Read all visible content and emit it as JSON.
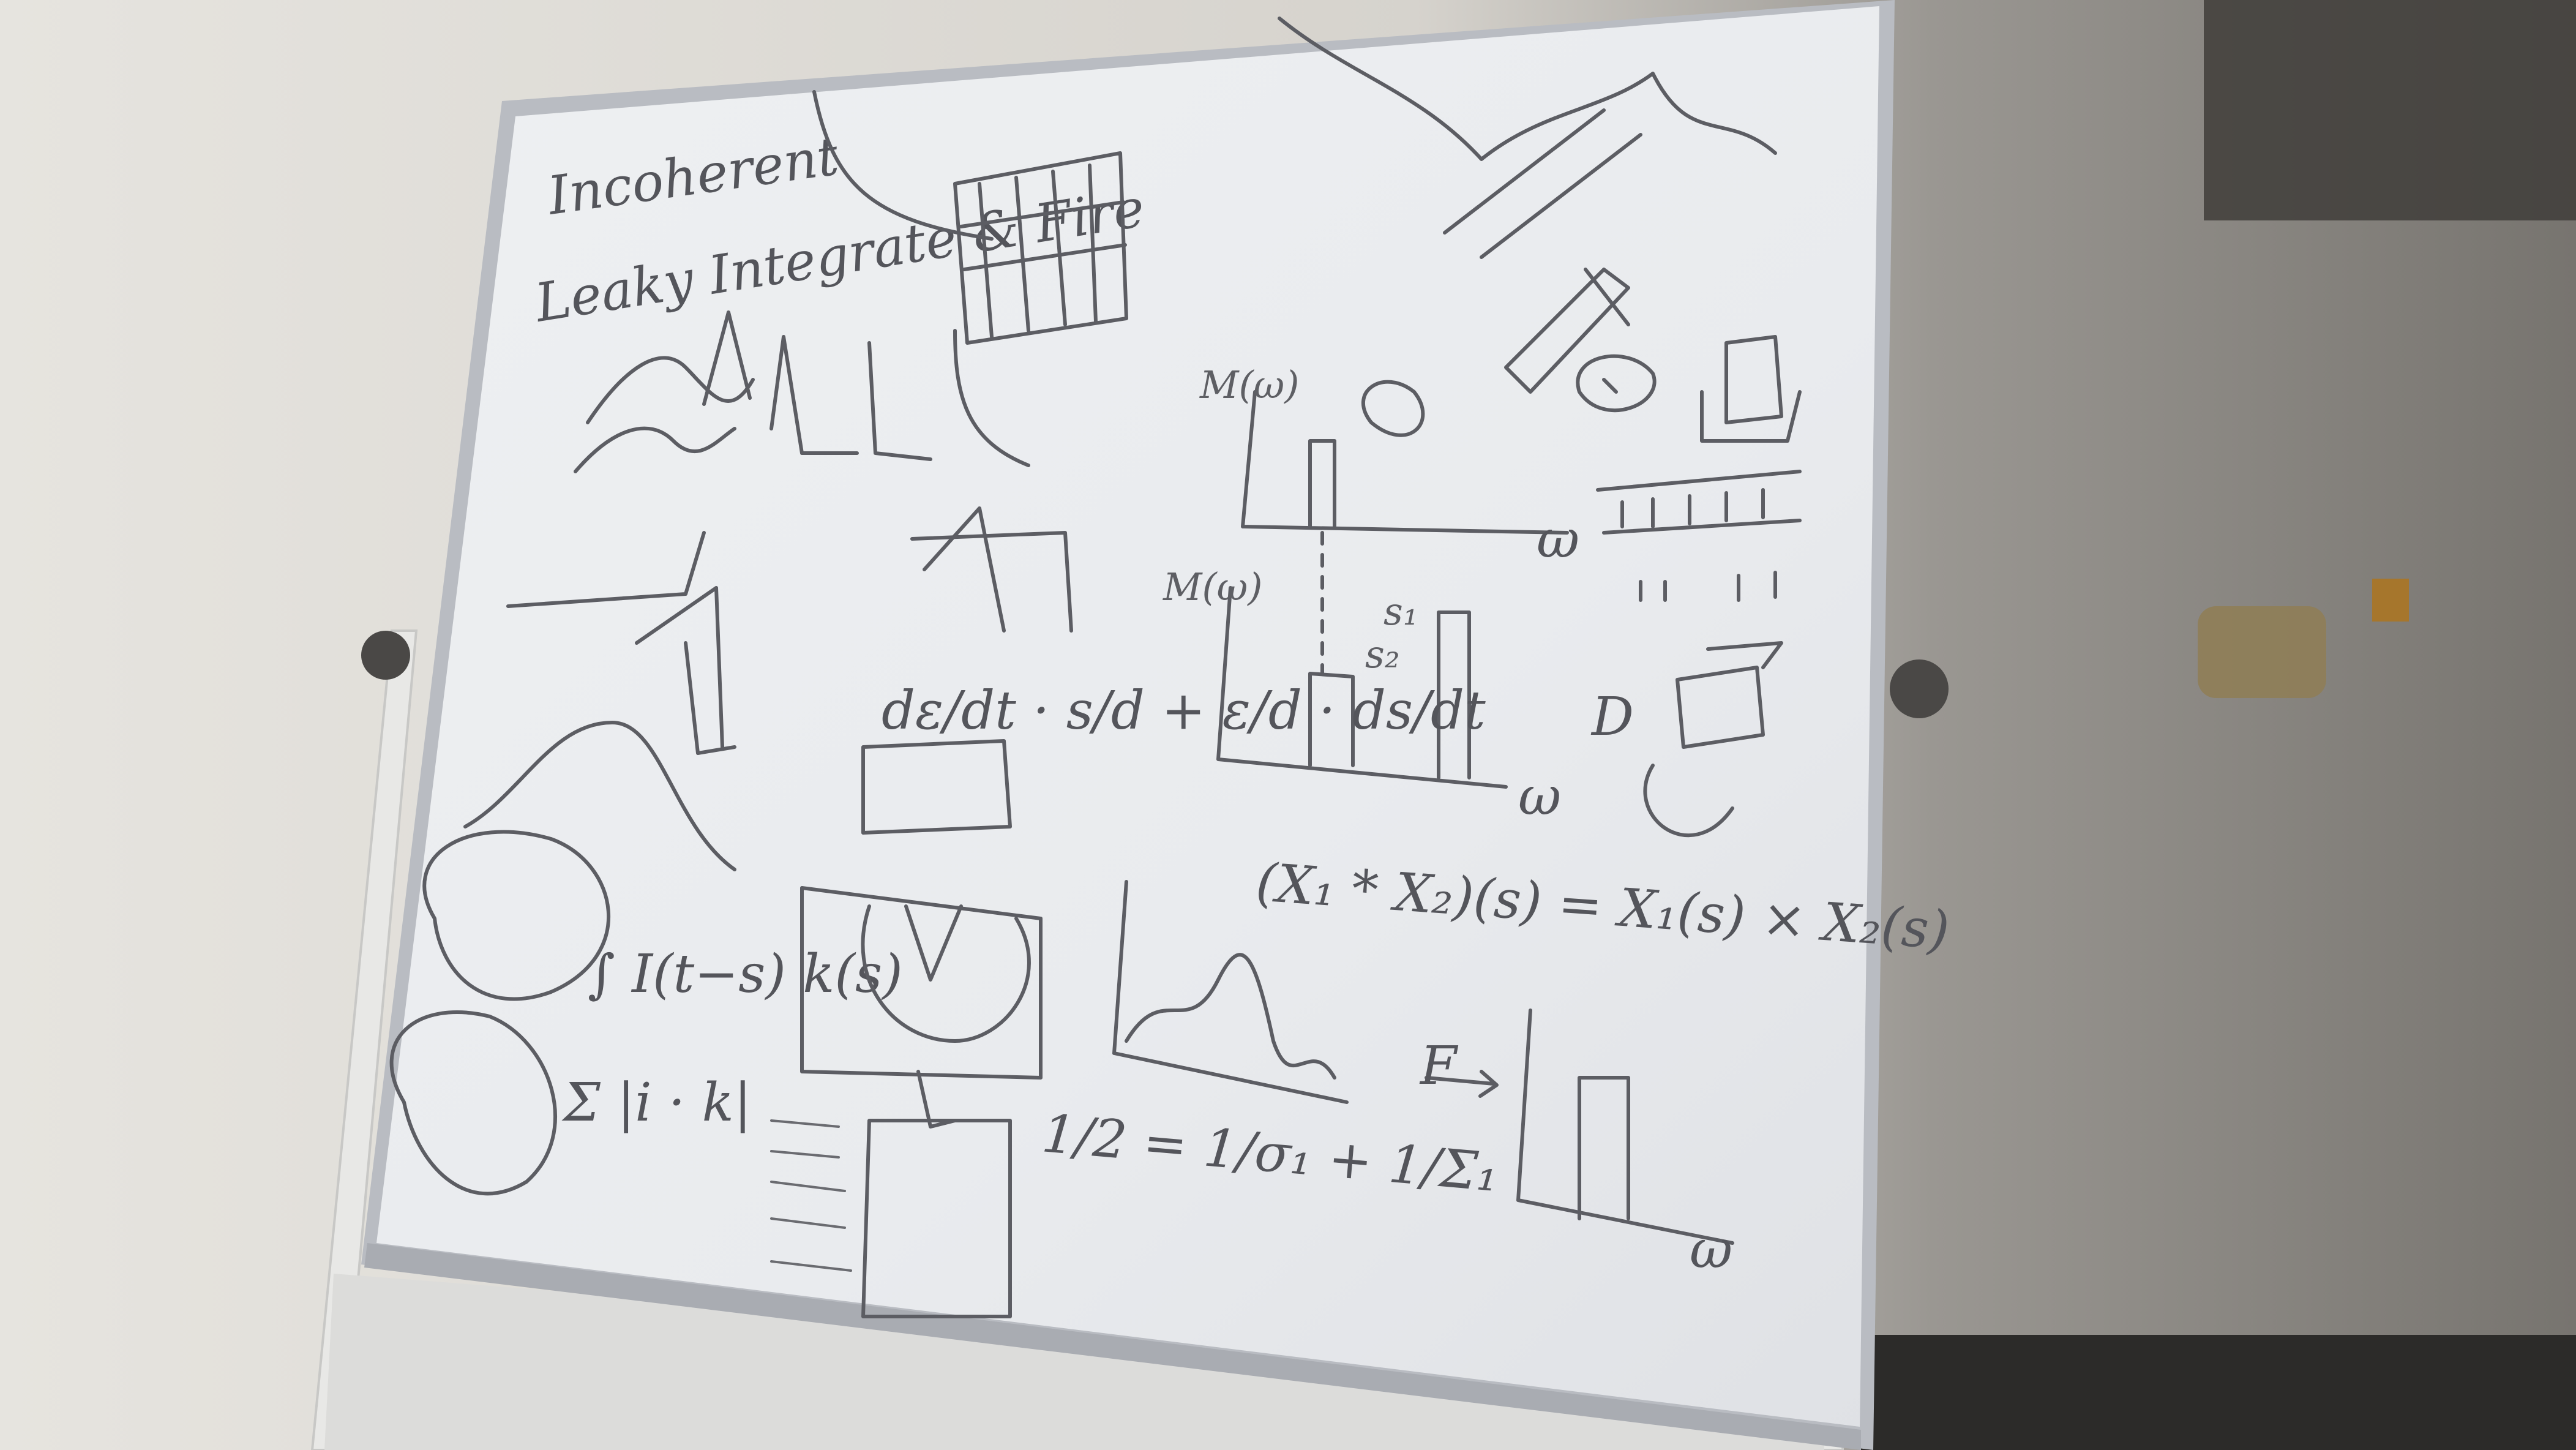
{
  "scene": {
    "description_type": "photo",
    "colors": {
      "wall_left": "#e4e2dd",
      "wall_mid": "#d2cfc9",
      "wall_right": "#7c7a76",
      "board_surface": "#eceef0",
      "board_frame": "#b9bcc2",
      "ink": "#5c5d63",
      "stand": "#e6e6e4",
      "knob": "#4a4846"
    }
  },
  "whiteboard": {
    "writing": {
      "top_left_line_1": "Incoherent",
      "top_left_line_2": "Leaky Integrate & Fire",
      "derivative_expr": "dε/dt · s/d + ε/d · ds/dt",
      "convolution_identity": "(X₁ * X₂)(s) = X₁(s) × X₂(s)",
      "frequency_label": "ω",
      "transform_arrow": "F",
      "spectrum_label_1": "s₁",
      "spectrum_label_2": "s₂",
      "m_omega": "M(ω)",
      "sum_expr": "Σ |i · k|",
      "integral_expr": "∫ I(t−s) k(s)",
      "fraction_expr": "1/2 = 1/σ₁ + 1/Σ₁",
      "letter_d": "D"
    }
  }
}
